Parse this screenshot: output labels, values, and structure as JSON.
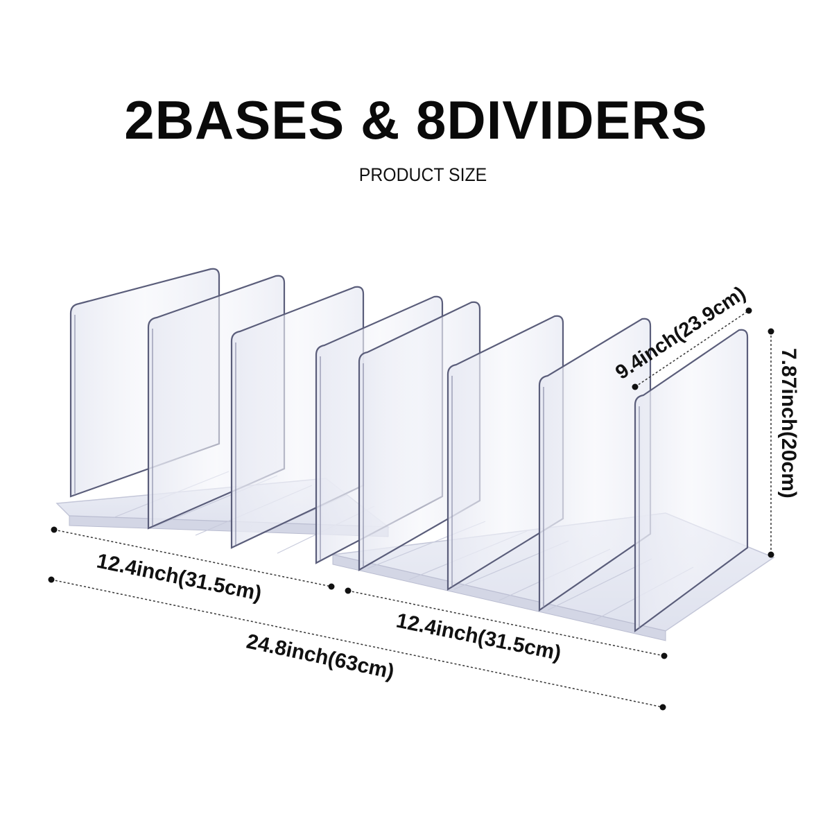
{
  "heading": {
    "title": "2BASES & 8DIVIDERS",
    "subtitle": "PRODUCT SIZE"
  },
  "dimensions": {
    "base_width_left": "12.4inch(31.5cm)",
    "base_width_right": "12.4inch(31.5cm)",
    "total_width": "24.8inch(63cm)",
    "divider_depth": "9.4inch(23.9cm)",
    "divider_height": "7.87inch(20cm)"
  },
  "product": {
    "bases": 2,
    "dividers": 8
  },
  "colors": {
    "text": "#0a0a0a",
    "acrylic_edge": "#5a5d7a",
    "acrylic_fill": "#eef0f6",
    "dimension_line": "#333333"
  }
}
